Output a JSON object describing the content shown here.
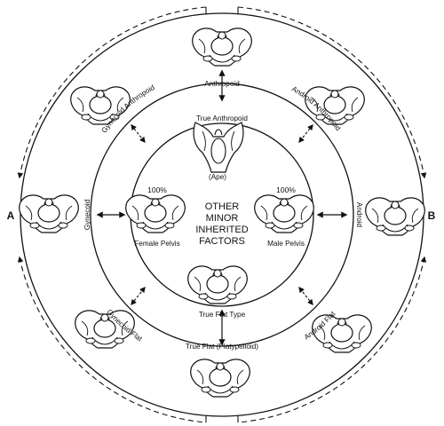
{
  "labels": {
    "anthropoid": "Anthropoid",
    "true_anthropoid": "True Anthropoid",
    "ape": "(Ape)",
    "gynecoid_anthropoid": "Gynecoid Anthropoid",
    "android_anthropoid": "Android Anthropoid",
    "gynecoid": "Gynecoid",
    "android": "Android",
    "female_pct": "100%",
    "male_pct": "100%",
    "female_pelvis": "Female Pelvis",
    "male_pelvis": "Male Pelvis",
    "center_line1": "OTHER",
    "center_line2": "MINOR",
    "center_line3": "INHERITED",
    "center_line4": "FACTORS",
    "gynecoid_flat": "Gynecoid Flat",
    "android_flat": "Android Flat",
    "true_flat_type": "True Flat Type",
    "true_flat_platypelloid": "True Flat (Platypelloid)",
    "side_a": "A",
    "side_b": "B"
  }
}
